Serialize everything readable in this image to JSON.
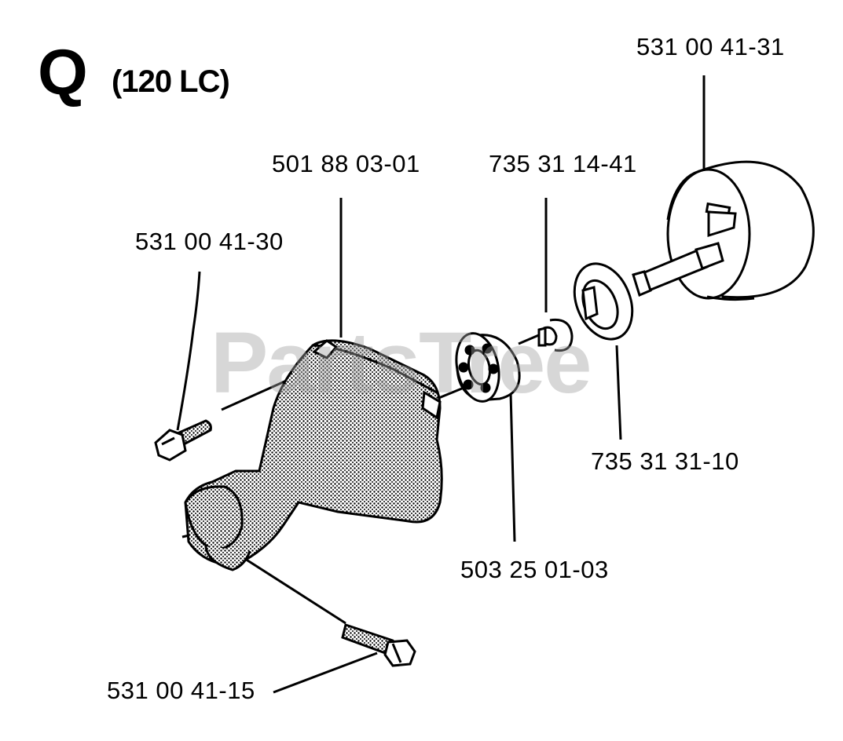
{
  "title": {
    "letter": "Q",
    "model": "(120 LC)"
  },
  "watermark": "PartsTree",
  "colors": {
    "ink": "#000000",
    "background": "#ffffff",
    "watermark": "#a0a0a0",
    "shade": "#8a8a8a"
  },
  "parts": [
    {
      "id": "clutch_drum",
      "number": "531 00 41-31"
    },
    {
      "id": "housing",
      "number": "501 88 03-01"
    },
    {
      "id": "circlip",
      "number": "735 31 14-41"
    },
    {
      "id": "screw_housing",
      "number": "531 00 41-30"
    },
    {
      "id": "washer",
      "number": "735 31 31-10"
    },
    {
      "id": "bearing",
      "number": "503 25 01-03"
    },
    {
      "id": "screw_clamp",
      "number": "531 00 41-15"
    }
  ]
}
